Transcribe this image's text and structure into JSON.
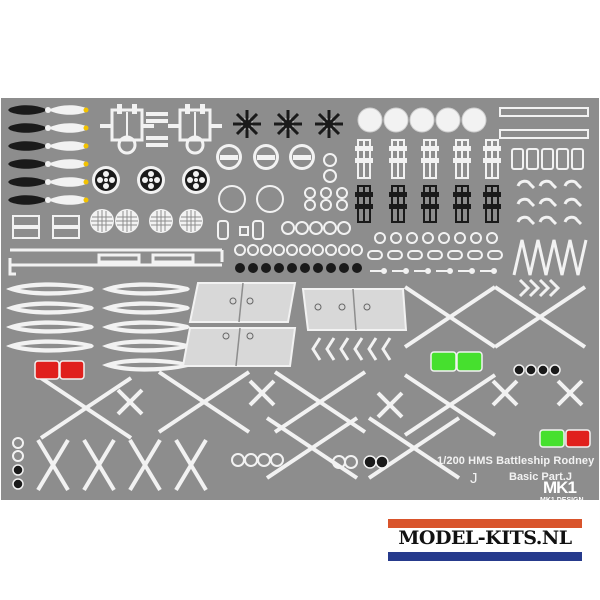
{
  "sheet": {
    "title_line1": "1/200 HMS Battleship  Rodney",
    "title_line2": "Basic Part.J",
    "part_letter": "J",
    "brand_mark": "MK1",
    "brand_sub": "MK1 DESIGN",
    "watermark_text": "MODEL-KITS.NL"
  },
  "colors": {
    "fret": "#8d8d8d",
    "part": "#f2f2f2",
    "dark": "#1a1a1a",
    "red_lens": "#e0201d",
    "green_lens": "#46e02e",
    "watermark_red": "#d9542b",
    "watermark_blue": "#263a8c"
  }
}
